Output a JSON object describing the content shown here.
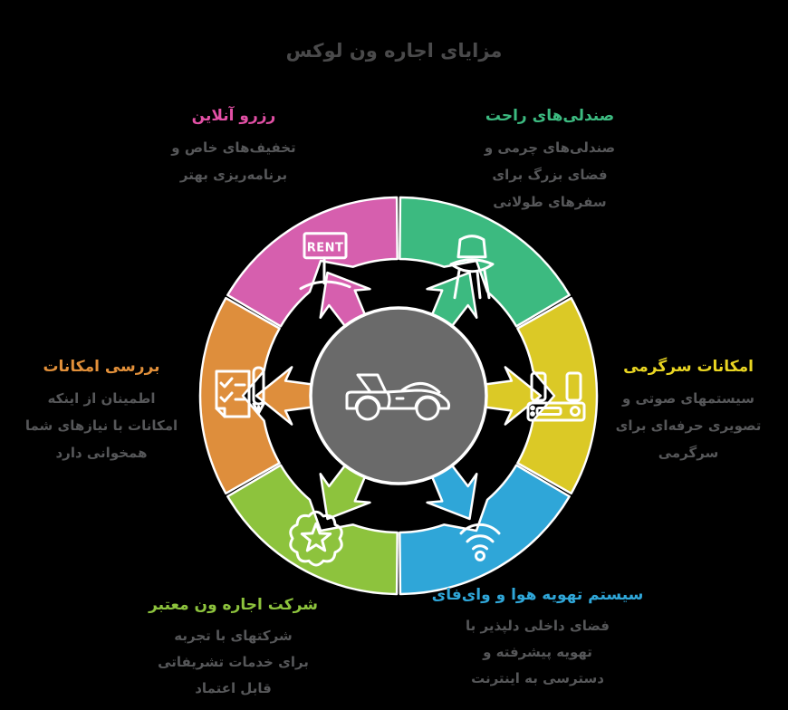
{
  "page": {
    "background": "#000000",
    "title": "مزایای اجاره ون لوکس",
    "title_color": "#4a4a4b",
    "body_text_color": "#565759"
  },
  "wheel": {
    "stroke": "#ffffff",
    "center": {
      "icon": "convertible-car-icon",
      "color": "#6a6a6a"
    },
    "segments": [
      {
        "id": "comfortable-seats",
        "angle": 60,
        "color": "#3cba80",
        "icon": "chair-icon",
        "title": "صندلی‌های راحت",
        "title_color": "#3cba80",
        "description": "صندلی‌های چرمی و\nفضای بزرگ برای\nسفرهای طولانی"
      },
      {
        "id": "entertainment-features",
        "angle": 0,
        "color": "#dbc926",
        "icon": "audio-system-icon",
        "title": "امکانات سرگرمی",
        "title_color": "#e9d522",
        "description": "سیستمهای صوتی و\nتصویری حرفه‌ای برای\nسرگرمی"
      },
      {
        "id": "ac-and-wifi",
        "angle": 300,
        "color": "#2fa6d8",
        "icon": "wifi-icon",
        "title": "سیستم تهویه هوا و\nوای‌فای",
        "title_color": "#2fa6d8",
        "description": "فضای داخلی دلپذیر با\nتهویه پیشرفته و\nدسترسی به اینترنت"
      },
      {
        "id": "reputable-company",
        "angle": 240,
        "color": "#8dc33d",
        "icon": "badge-star-icon",
        "title": "شرکت اجاره ون معتبر",
        "title_color": "#8dc33d",
        "description": "شرکتهای با تجربه\nبرای خدمات تشریفاتی\nقابل اعتماد"
      },
      {
        "id": "check-facilities",
        "angle": 180,
        "color": "#de8e3c",
        "icon": "checklist-pen-icon",
        "title": "بررسی امکانات",
        "title_color": "#e2903a",
        "description": "اطمینان از اینکه\nامکانات با نیازهای شما\nهمخوانی دارد"
      },
      {
        "id": "online-reservation",
        "angle": 120,
        "color": "#d65fae",
        "icon": "rent-sign-icon",
        "icon_text": "RENT",
        "title": "رزرو آنلاین",
        "title_color": "#e250a5",
        "description": "تخفیف‌های خاص و\nبرنامه‌ریزی بهتر"
      }
    ]
  }
}
